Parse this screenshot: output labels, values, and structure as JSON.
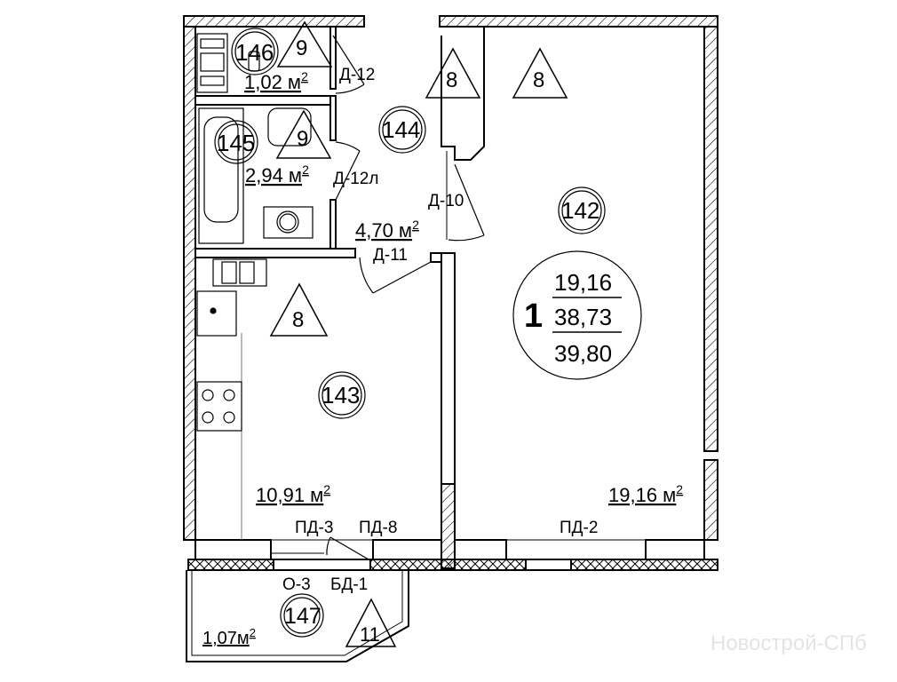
{
  "apartment": {
    "rooms_count": "1",
    "living_area": "19,16",
    "total_area": "38,73",
    "total_area_with_balcony": "39,80"
  },
  "rooms": [
    {
      "id": "146",
      "area": "1,02 м",
      "sup": "2",
      "marker": "9"
    },
    {
      "id": "145",
      "area": "2,94 м",
      "sup": "2",
      "marker": "9"
    },
    {
      "id": "144",
      "area": "4,70 м",
      "sup": "2",
      "marker": "8"
    },
    {
      "id": "143",
      "area": "10,91 м",
      "sup": "2",
      "marker": "8"
    },
    {
      "id": "142",
      "area": "19,16 м",
      "sup": "2",
      "marker": "8"
    },
    {
      "id": "147",
      "area": "1,07м",
      "sup": "2",
      "marker": "11"
    }
  ],
  "doors": [
    "Д-12",
    "Д-12л",
    "Д-10",
    "Д-11",
    "ПД-3",
    "ПД-8",
    "ПД-2",
    "О-3",
    "БД-1"
  ],
  "watermark": "Новострой-СПб"
}
